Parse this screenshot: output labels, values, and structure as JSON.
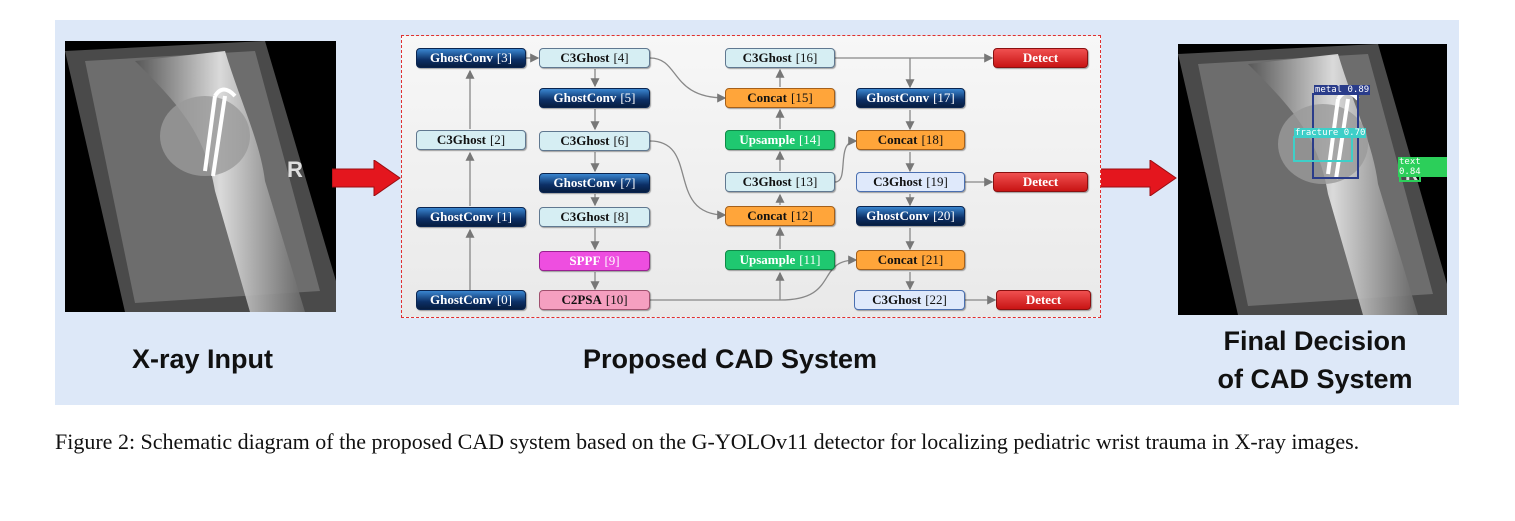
{
  "panels": {
    "input_label": "X-ray Input",
    "system_label": "Proposed CAD System",
    "output_label_line1": "Final Decision",
    "output_label_line2": "of CAD System"
  },
  "xray": {
    "marker_letter": "R"
  },
  "nodes": {
    "n0": {
      "name": "GhostConv",
      "idx": "[0]"
    },
    "n1": {
      "name": "GhostConv",
      "idx": "[1]"
    },
    "n2": {
      "name": "C3Ghost",
      "idx": "[2]"
    },
    "n3": {
      "name": "GhostConv",
      "idx": "[3]"
    },
    "n4": {
      "name": "C3Ghost",
      "idx": "[4]"
    },
    "n5": {
      "name": "GhostConv",
      "idx": "[5]"
    },
    "n6": {
      "name": "C3Ghost",
      "idx": "[6]"
    },
    "n7": {
      "name": "GhostConv",
      "idx": "[7]"
    },
    "n8": {
      "name": "C3Ghost",
      "idx": "[8]"
    },
    "n9": {
      "name": "SPPF",
      "idx": "[9]"
    },
    "n10": {
      "name": "C2PSA",
      "idx": "[10]"
    },
    "n11": {
      "name": "Upsample",
      "idx": "[11]"
    },
    "n12": {
      "name": "Concat",
      "idx": "[12]"
    },
    "n13": {
      "name": "C3Ghost",
      "idx": "[13]"
    },
    "n14": {
      "name": "Upsample",
      "idx": "[14]"
    },
    "n15": {
      "name": "Concat",
      "idx": "[15]"
    },
    "n16": {
      "name": "C3Ghost",
      "idx": "[16]"
    },
    "n17": {
      "name": "GhostConv",
      "idx": "[17]"
    },
    "n18": {
      "name": "Concat",
      "idx": "[18]"
    },
    "n19": {
      "name": "C3Ghost",
      "idx": "[19]"
    },
    "n20": {
      "name": "GhostConv",
      "idx": "[20]"
    },
    "n21": {
      "name": "Concat",
      "idx": "[21]"
    },
    "n22": {
      "name": "C3Ghost",
      "idx": "[22]"
    },
    "detect": "Detect"
  },
  "detections": {
    "metal": "metal  0.89",
    "fracture": "fracture  0.70",
    "text": "text  0.84"
  },
  "colors": {
    "panel_bg": "#dde8f8",
    "arrow_red": "#e4161e",
    "box_metal": "#2a3c8a",
    "box_fracture": "#3ecfc8",
    "box_text": "#2ccf5a"
  },
  "figure_caption": "Figure 2: Schematic diagram of the proposed CAD system based on the G-YOLOv11 detector for localizing pediatric wrist trauma in X-ray images."
}
